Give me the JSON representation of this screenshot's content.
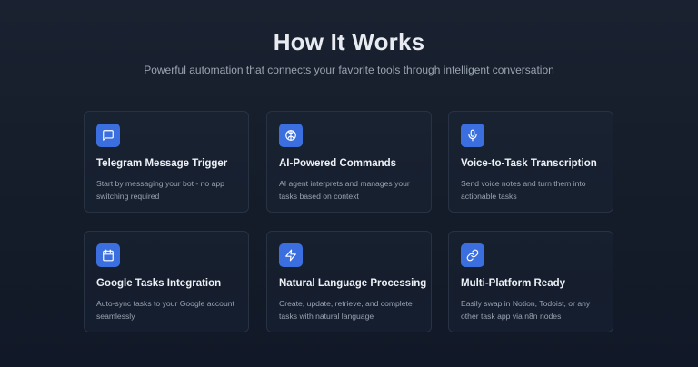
{
  "header": {
    "title": "How It Works",
    "subtitle": "Powerful automation that connects your favorite tools through intelligent conversation"
  },
  "colors": {
    "accent": "#3b6fe0",
    "background": "#141c29",
    "card_border": "#273243"
  },
  "features": [
    {
      "icon": "message-square-icon",
      "title": "Telegram Message Trigger",
      "description": "Start by messaging your bot - no app switching required"
    },
    {
      "icon": "brain-icon",
      "title": "AI-Powered Commands",
      "description": "AI agent interprets and manages your tasks based on context"
    },
    {
      "icon": "microphone-icon",
      "title": "Voice-to-Task Transcription",
      "description": "Send voice notes and turn them into actionable tasks"
    },
    {
      "icon": "calendar-icon",
      "title": "Google Tasks Integration",
      "description": "Auto-sync tasks to your Google account seamlessly"
    },
    {
      "icon": "lightning-icon",
      "title": "Natural Language Processing",
      "description": "Create, update, retrieve, and complete tasks with natural language"
    },
    {
      "icon": "link-icon",
      "title": "Multi-Platform Ready",
      "description": "Easily swap in Notion, Todoist, or any other task app via n8n nodes"
    }
  ]
}
